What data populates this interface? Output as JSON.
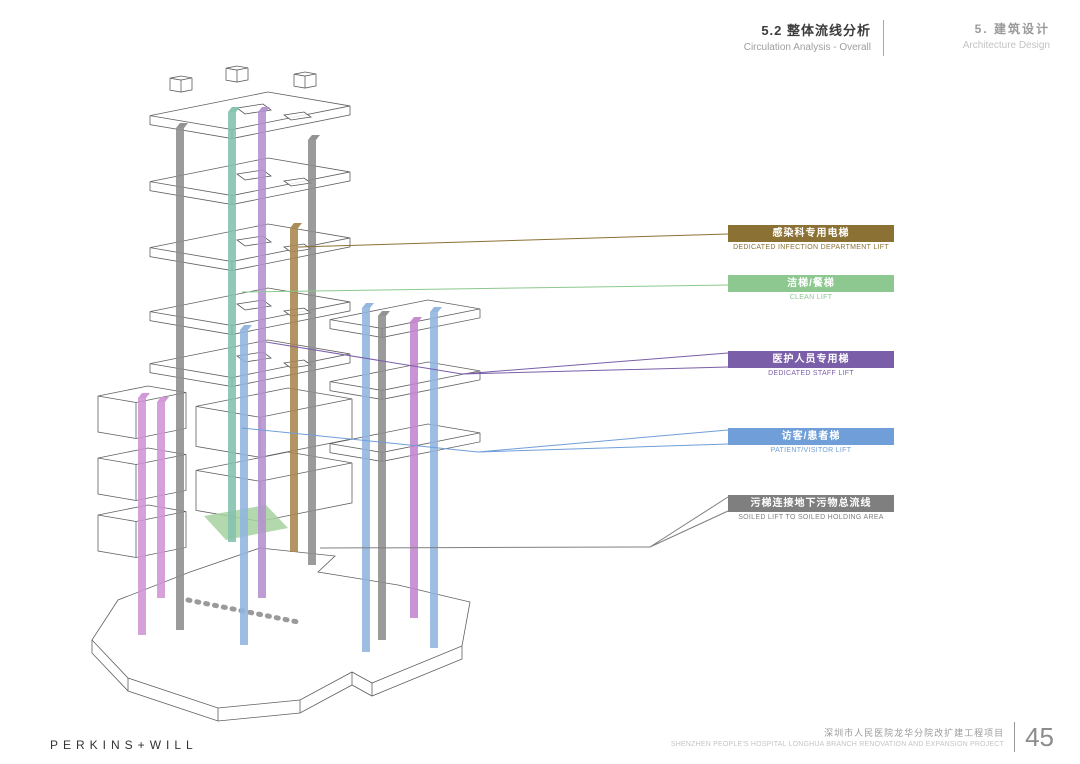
{
  "header": {
    "section_title_zh": "5.2 整体流线分析",
    "section_title_en": "Circulation Analysis - Overall",
    "chapter_title_zh": "5. 建筑设计",
    "chapter_title_en": "Architecture Design"
  },
  "legend": {
    "items": [
      {
        "id": "infection-lift",
        "label_zh": "感染科专用电梯",
        "label_en": "DEDICATED INFECTION DEPARTMENT LIFT",
        "color": "#8c7134"
      },
      {
        "id": "clean-lift",
        "label_zh": "洁梯/餐梯",
        "label_en": "CLEAN LIFT",
        "color": "#8cc88f"
      },
      {
        "id": "staff-lift",
        "label_zh": "医护人员专用梯",
        "label_en": "DEDICATED STAFF LIFT",
        "color": "#7a5ea8"
      },
      {
        "id": "visitor-lift",
        "label_zh": "访客/患者梯",
        "label_en": "PATIENT/VISITOR LIFT",
        "color": "#6f9ed8"
      },
      {
        "id": "soiled-lift",
        "label_zh": "污梯连接地下污物总流线",
        "label_en": "SOILED LIFT TO SOILED HOLDING AREA",
        "color": "#7f7f7f"
      }
    ]
  },
  "diagram": {
    "shaft_colors": {
      "gray": "#8d8d8d",
      "teal": "#83c0ae",
      "blue": "#8fb4df",
      "purple": "#b391cf",
      "brown": "#a9864e",
      "pink": "#d093d6",
      "magenta": "#c285cd",
      "green_patch": "#a6d1a0"
    }
  },
  "footer": {
    "logo": "PERKINS+WILL",
    "project_title_zh": "深圳市人民医院龙华分院改扩建工程项目",
    "project_title_en": "SHENZHEN PEOPLE'S HOSPITAL LONGHUA BRANCH RENOVATION AND EXPANSION PROJECT",
    "page_number": "45"
  }
}
